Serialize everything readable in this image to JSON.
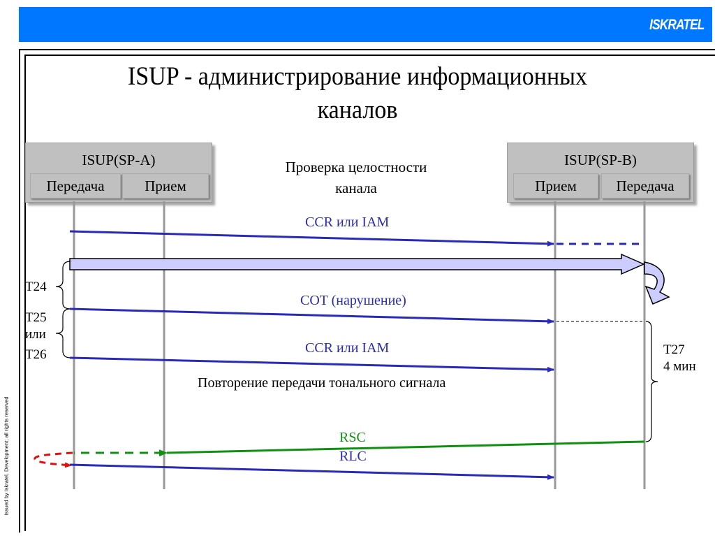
{
  "header": {
    "logo": "ISKRATEL",
    "banner_color": "#0077ff"
  },
  "side_note": "Issued by Iskratel, Development; all rights reserved",
  "title": {
    "line1": "ISUP - администрирование информационных",
    "line2": "каналов"
  },
  "nodes": {
    "sp_a": {
      "title": "ISUP(SP-A)",
      "left": "Передача",
      "right": "Прием"
    },
    "sp_b": {
      "title": "ISUP(SP-B)",
      "left": "Прием",
      "right": "Передача"
    }
  },
  "caption": {
    "line1": "Проверка целостности",
    "line2": "канала"
  },
  "messages": {
    "ccr1": "CCR или IAM",
    "cot": "COT (нарушение)",
    "ccr2": "CCR или IAM",
    "repeat": "Повторение передачи тонального сигнала",
    "rsc": "RSC",
    "rlc": "RLC"
  },
  "timers": {
    "t24": "T24",
    "t25": "T25",
    "or": "или",
    "t26": "T26",
    "t27": "T27",
    "t27_value": "4 мин"
  },
  "colors": {
    "blue_message": "#2a2ab8",
    "green_message": "#109010",
    "red_loop": "#e01010",
    "check_arrow_fill": "#ccccff",
    "lifeline": "#999999"
  }
}
